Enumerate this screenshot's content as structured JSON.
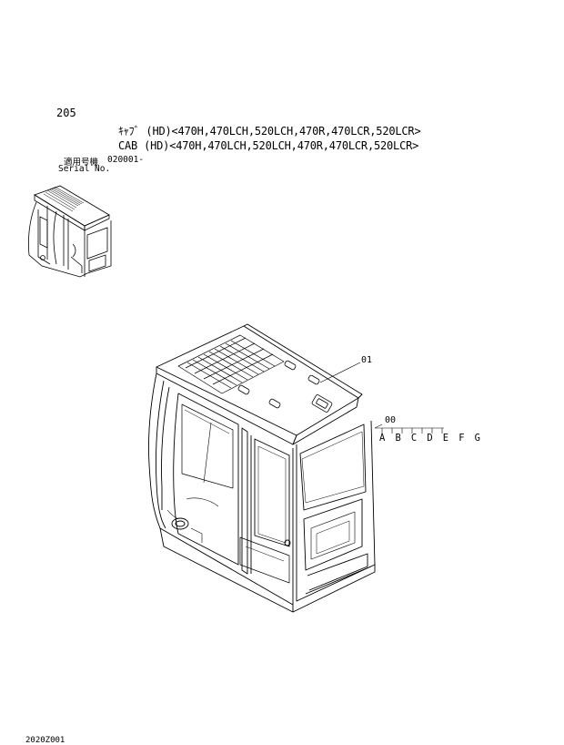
{
  "page": {
    "page_number": "205",
    "title_jp": "ｷｬﾌﾞ (HD)<470H,470LCH,520LCH,470R,470LCR,520LCR>",
    "title_en": "CAB (HD)<470H,470LCH,520LCH,470R,470LCR,520LCR>",
    "serial_label_jp": "適用号機",
    "serial_label_en": "Serial No.",
    "serial_value": "020001-",
    "footer_code": "2020Z001"
  },
  "callouts": {
    "assembly": "01",
    "cab_unit": "00",
    "variants": "A B C D E F G"
  },
  "drawing": {
    "line_color": "#000000",
    "icons": [
      "cab-thumbnail-icon",
      "cab-assembly-drawing"
    ]
  }
}
